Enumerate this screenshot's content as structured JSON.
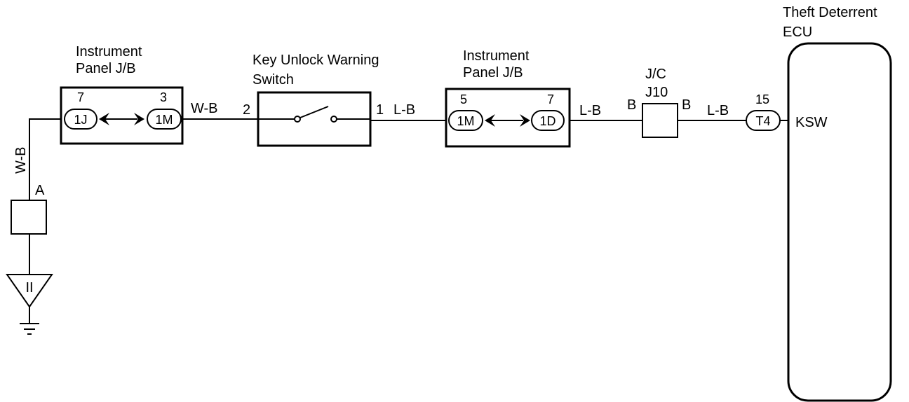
{
  "components": {
    "jb_left": {
      "title_line1": "Instrument",
      "title_line2": "Panel J/B",
      "pin_left": "7",
      "pin_right": "3",
      "conn_left": "1J",
      "conn_right": "1M"
    },
    "switch": {
      "title_line1": "Key Unlock Warning",
      "title_line2": "Switch",
      "pin_left": "2",
      "pin_right": "1"
    },
    "jb_right": {
      "title_line1": "Instrument",
      "title_line2": "Panel J/B",
      "pin_left": "5",
      "pin_right": "7",
      "conn_left": "1M",
      "conn_right": "1D"
    },
    "jc": {
      "title_line1": "J/C",
      "title_line2": "J10",
      "pin_left": "B",
      "pin_right": "B"
    },
    "ecu": {
      "title_line1": "Theft Deterrent",
      "title_line2": "ECU",
      "pin": "15",
      "conn": "T4",
      "terminal": "KSW"
    },
    "ground": {
      "connector_label": "A",
      "symbol": "II"
    }
  },
  "wires": {
    "w1": "W-B",
    "w2": "W-B",
    "w3": "L-B",
    "w4": "L-B",
    "w5": "L-B"
  },
  "colors": {
    "ink": "#000000",
    "background": "#ffffff"
  }
}
